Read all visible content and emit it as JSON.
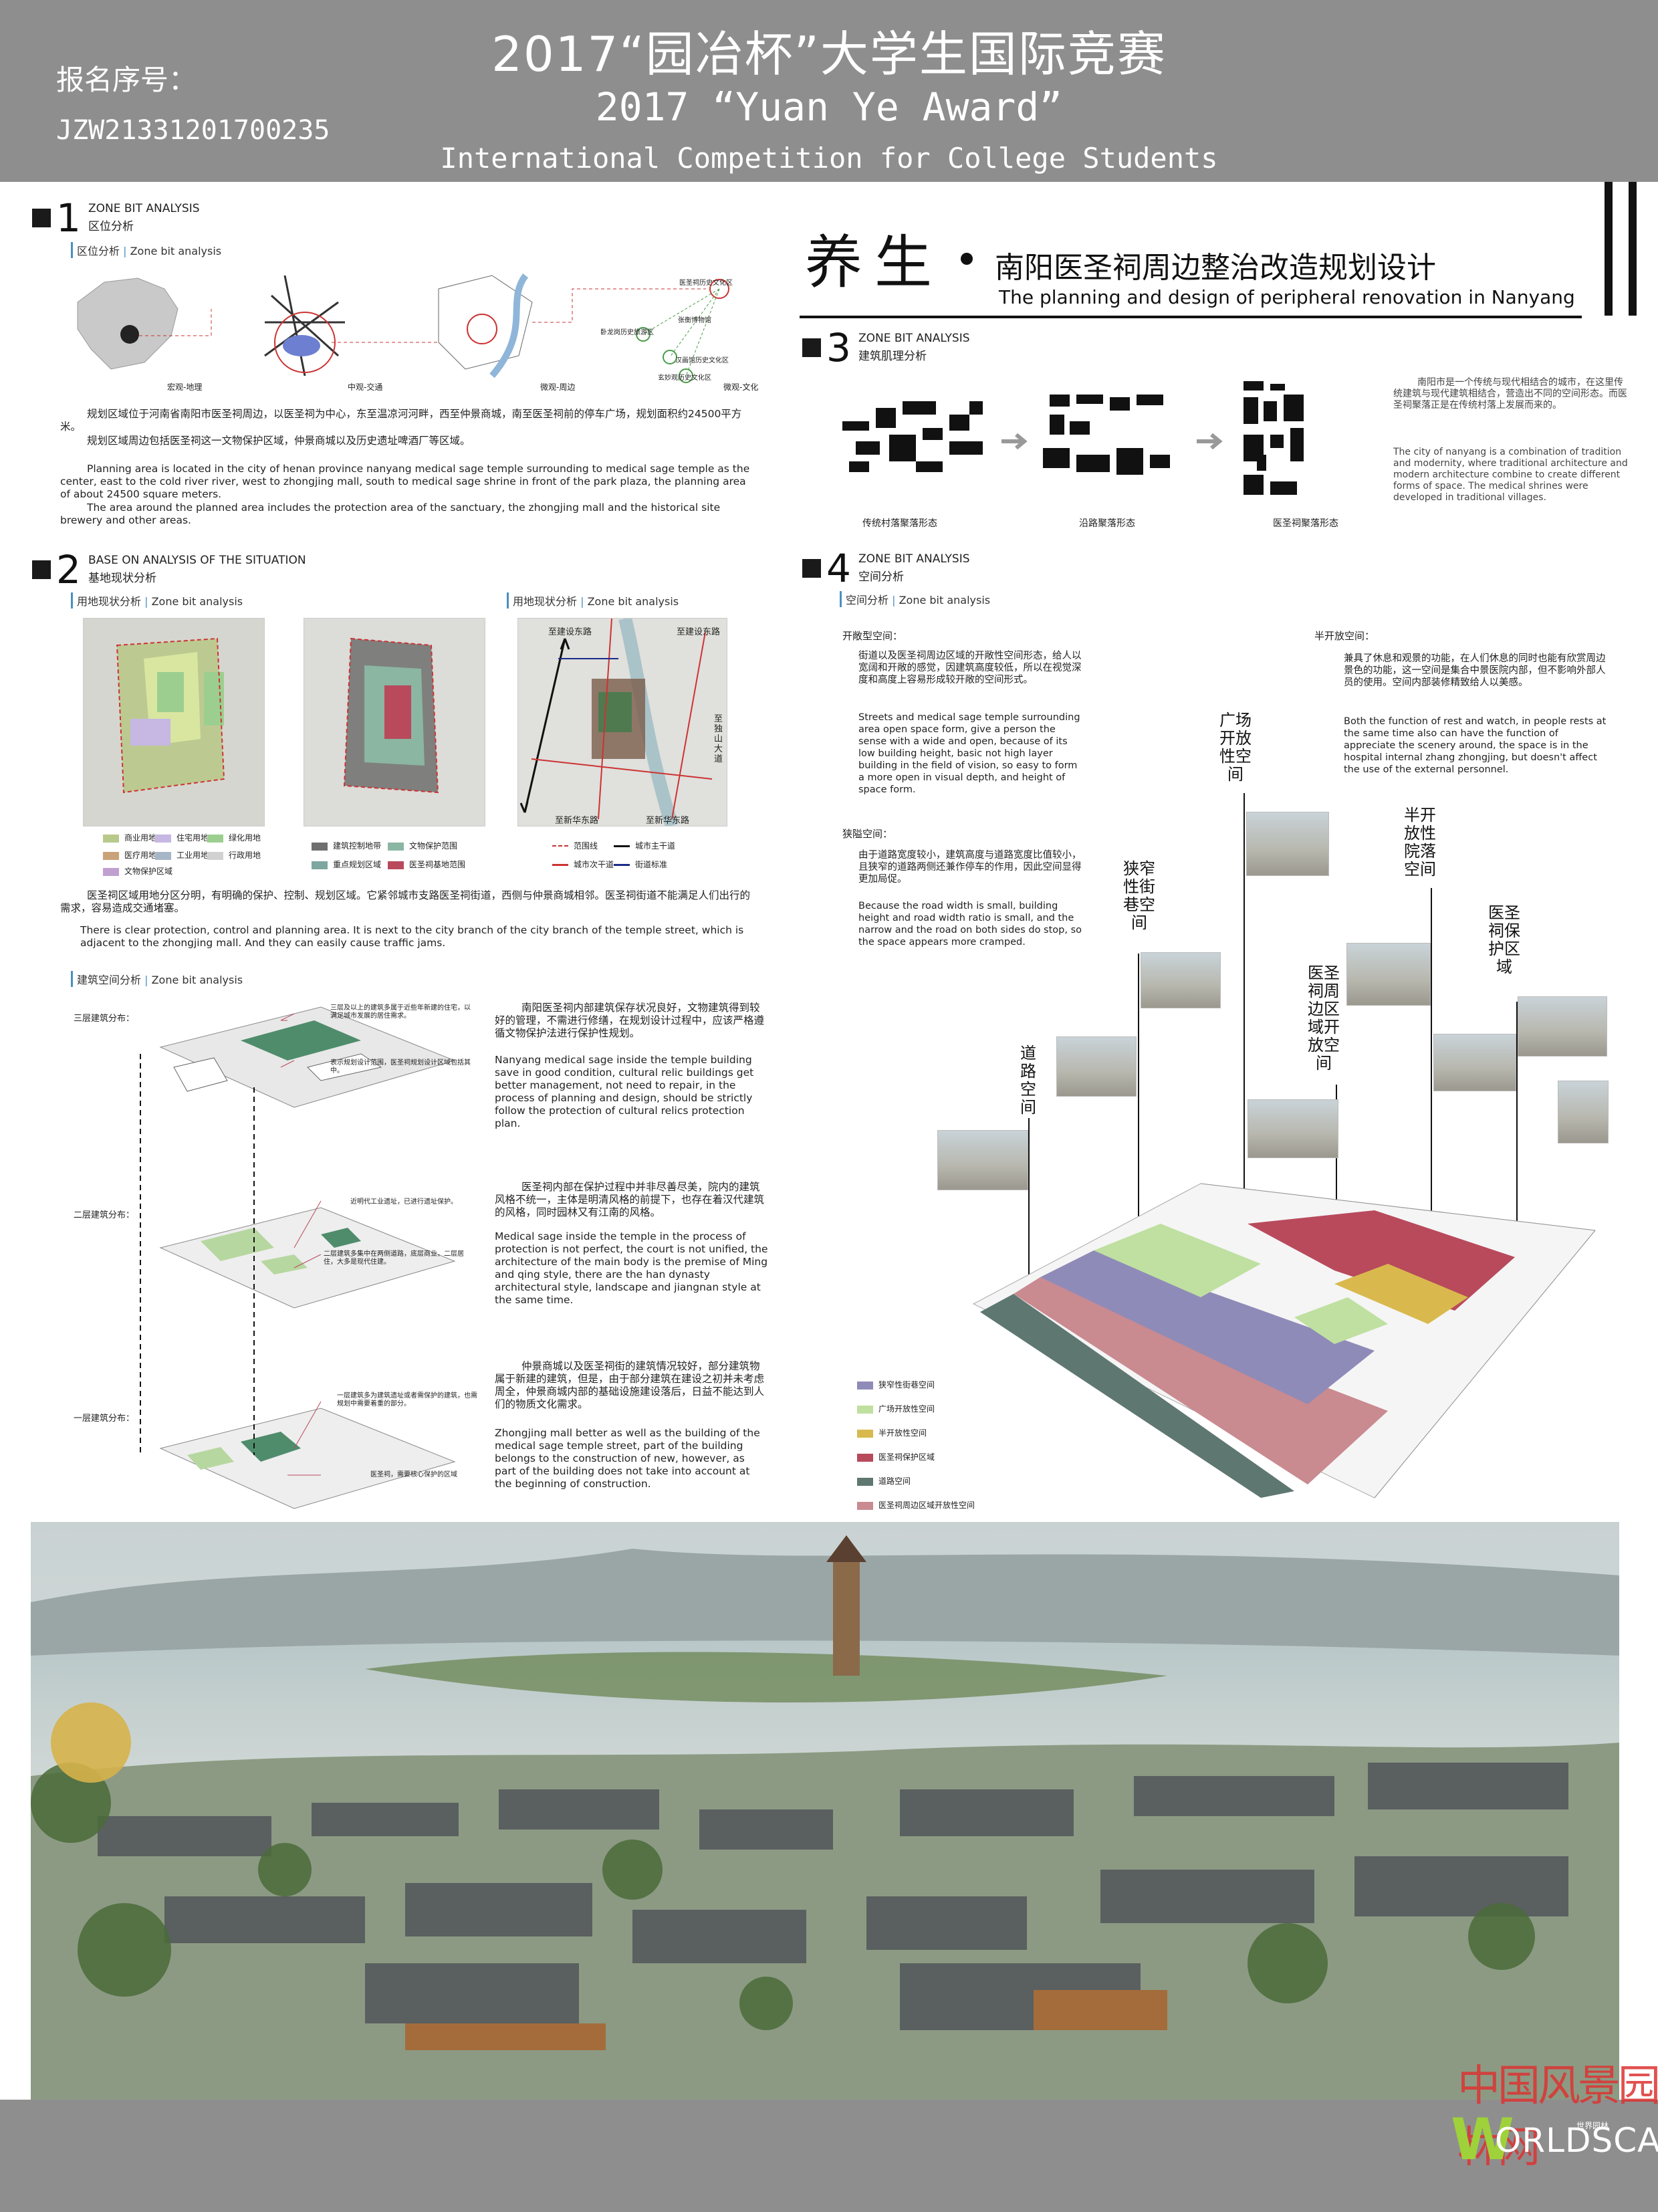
{
  "header": {
    "title_cn": "2017“园冶杯”大学生国际竞赛",
    "title_en1": "2017 “Yuan Ye Award”",
    "title_en2": "International Competition for College Students",
    "reg_label": "报名序号：",
    "reg_no": "JZW21331201700235"
  },
  "title": {
    "big": "养生",
    "cn": "南阳医圣祠周边整治改造规划设计",
    "en": "The planning and design of peripheral renovation in Nanyang"
  },
  "section1": {
    "num": "1",
    "en": "ZONE BIT ANALYSIS",
    "cn": "区位分析",
    "sub_cn": "区位分析",
    "sub_en": "Zone bit analysis",
    "map_labels": [
      "宏观-地理",
      "中观-交通",
      "微观-周边",
      "微观-文化"
    ],
    "culture_labels": [
      "医圣祠历史文化区",
      "卧龙岗历史旅游区",
      "张衡博物馆",
      "汉画馆历史文化区",
      "玄妙观历史文化区"
    ],
    "p1": "规划区域位于河南省南阳市医圣祠周边，以医圣祠为中心，东至温凉河河畔，西至仲景商城，南至医圣祠前的停车广场，规划面积约24500平方米。",
    "p2": "规划区域周边包括医圣祠这一文物保护区域，仲景商城以及历史遗址啤酒厂等区域。",
    "p3": "Planning area is located in the city of henan province nanyang medical sage temple surrounding to medical sage temple as the center, east to the cold river river, west to zhongjing mall, south to medical sage shrine in front of the park plaza, the planning area of about 24500 square meters.",
    "p4": "The area around the planned area includes the protection area of the sanctuary, the zhongjing mall and the historical site brewery and other areas."
  },
  "section2": {
    "num": "2",
    "en": "BASE ON ANALYSIS OF THE SITUATION",
    "cn": "基地现状分析",
    "sub1_cn": "用地现状分析",
    "sub1_en": "Zone bit analysis",
    "sub2_cn": "用地现状分析",
    "sub2_en": "Zone bit analysis",
    "roads": [
      "至建设东路",
      "至建设东路",
      "至独山大道",
      "至新华东路",
      "至新华东路"
    ],
    "legend1": [
      {
        "label": "商业用地",
        "color": "#b9c98a"
      },
      {
        "label": "住宅用地",
        "color": "#c6b7e3"
      },
      {
        "label": "绿化用地",
        "color": "#9ccf8f"
      },
      {
        "label": "医疗用地",
        "color": "#c9a27a"
      },
      {
        "label": "工业用地",
        "color": "#a6b6c6"
      },
      {
        "label": "行政用地",
        "color": "#d1d1d1"
      },
      {
        "label": "文物保护区域",
        "color": "#c0a0d0"
      }
    ],
    "legend2": [
      {
        "label": "建筑控制地带",
        "color": "#6f6f6f"
      },
      {
        "label": "文物保护范围",
        "color": "#8ab6a2"
      },
      {
        "label": "重点规划区域",
        "color": "#7ea7a0"
      },
      {
        "label": "医圣祠基地范围",
        "color": "#b84a5c"
      }
    ],
    "legend3": [
      "范围线",
      "城市主干道",
      "城市次干道",
      "街道标准"
    ],
    "p1": "医圣祠区域用地分区分明，有明确的保护、控制、规划区域。它紧邻城市支路医圣祠街道，西侧与仲景商城相邻。医圣祠街道不能满足人们出行的需求，容易造成交通堵塞。",
    "p2": "There is clear protection, control and planning area. It is next to the city branch of the city branch of the temple street, which is adjacent to the zhongjing mall. And they can easily cause traffic jams.",
    "sub3_cn": "建筑空间分析",
    "sub3_en": "Zone bit analysis",
    "floor3": "三层建筑分布：",
    "floor2": "二层建筑分布：",
    "floor1": "一层建筑分布：",
    "note3a": "三层及以上的建筑多属于近些年新建的住宅，以满足城市发展的居住需求。",
    "note3b": "表示规划设计范围，医圣祠规划设计区域包括其中。",
    "note2a": "近明代工业遗址，已进行遗址保护。",
    "note2b": "二层建筑多集中在两侧道路，底层商业，二层居住，大多是现代住建。",
    "note1a": "一层建筑多为建筑遗址或者需保护的建筑，也需规划中需要着重的部分。",
    "note1b": "医圣祠，需要核心保护的区域",
    "t3_cn": "南阳医圣祠内部建筑保存状况良好，文物建筑得到较好的管理，不需进行修缮，在规划设计过程中，应该严格遵循文物保护法进行保护性规划。",
    "t3_en": "Nanyang medical sage inside the temple building save in good condition, cultural relic buildings get better management,  not need to repair, in the process of planning and design, should be strictly follow the protection of cultural relics protection plan.",
    "t2_cn": "医圣祠内部在保护过程中并非尽善尽美，院内的建筑风格不统一，主体是明清风格的前提下，也存在着汉代建筑的风格，同时园林又有江南的风格。",
    "t2_en": "Medical sage inside the temple in the process of protection is not perfect, the court is not unified, the architecture of the main body is the premise of Ming and qing style, there are the han dynasty architectural style, landscape and jiangnan style at the same time.",
    "t1_cn": "仲景商城以及医圣祠街的建筑情况较好，部分建筑物属于新建的建筑，但是，由于部分建筑在建设之初并未考虑周全，仲景商城内部的基础设施建设落后，日益不能达到人们的物质文化需求。",
    "t1_en": "Zhongjing mall better as well as the building of the medical sage temple street, part of the building belongs to the construction of new, however, as part of the building does not take into account at the beginning of construction."
  },
  "section3": {
    "num": "3",
    "en": "ZONE BIT ANALYSIS",
    "cn": "建筑肌理分析",
    "labels": [
      "传统村落聚落形态",
      "沿路聚落形态",
      "医圣祠聚落形态"
    ],
    "p_cn": "南阳市是一个传统与现代相结合的城市，在这里传统建筑与现代建筑相结合，营造出不同的空间形态。而医圣祠聚落正是在传统村落上发展而来的。",
    "p_en": "The city of nanyang is a combination of tradition and modernity, where traditional architecture and modern architecture combine to create different forms of space. The medical shrines were developed in traditional villages."
  },
  "section4": {
    "num": "4",
    "en": "ZONE BIT ANALYSIS",
    "cn": "空间分析",
    "sub_cn": "空间分析",
    "sub_en": "Zone bit analysis",
    "open_h": "开敞型空间：",
    "open_cn": "街道以及医圣祠周边区域的开敞性空间形态，给人以宽阔和开敞的感觉，因建筑高度较低，所以在视觉深度和高度上容易形成较开敞的空间形式。",
    "open_en": "Streets and medical sage temple surrounding area open space form, give a person the sense with a wide and open, because of its low building height, basic not high layer building in the field of vision, so easy to form a more open in visual depth, and height of space form.",
    "narrow_h": "狭隘空间：",
    "narrow_cn": "由于道路宽度较小，建筑高度与道路宽度比值较小，且狭窄的道路两侧还兼作停车的作用，因此空间显得更加局促。",
    "narrow_en": "Because the road width is small, building height and road width ratio is small, and the narrow and the road on both sides do stop, so the space appears more cramped.",
    "semi_h": "半开放空间：",
    "semi_cn": "兼具了休息和观景的功能，在人们休息的同时也能有欣赏周边景色的功能，这一空间是集合中景医院内部，但不影响外部人员的使用。空间内部装修精致给人以美感。",
    "semi_en": "Both the function of rest and watch, in people rests at the same time also can have the function of appreciate the scenery around, the space is in the hospital internal zhang zhongjing, but doesn't affect the use of the external personnel.",
    "vlabels": [
      "道路空间",
      "狭窄性街巷空间",
      "广场开放性空间",
      "医圣祠周边区域开放空间",
      "半开放性院落空间",
      "医圣祠保护区域"
    ],
    "legend": [
      {
        "label": "狭窄性街巷空间",
        "color": "#8f8bb8"
      },
      {
        "label": "广场开放性空间",
        "color": "#bfe0a0"
      },
      {
        "label": "半开放性空间",
        "color": "#d9b94d"
      },
      {
        "label": "医圣祠保护区域",
        "color": "#b84a5c"
      },
      {
        "label": "道路空间",
        "color": "#5f7771"
      },
      {
        "label": "医圣祠周边区域开放性空间",
        "color": "#c98a90"
      }
    ]
  },
  "watermark": {
    "cn": "中国风景园林网",
    "small": "世界园林",
    "brand_w": "W",
    "brand_rest": "ORLDSCAPE"
  },
  "colors": {
    "header_bg": "#8e8e8e",
    "accent": "#4a8fc0",
    "site_red": "#b84a5c"
  }
}
